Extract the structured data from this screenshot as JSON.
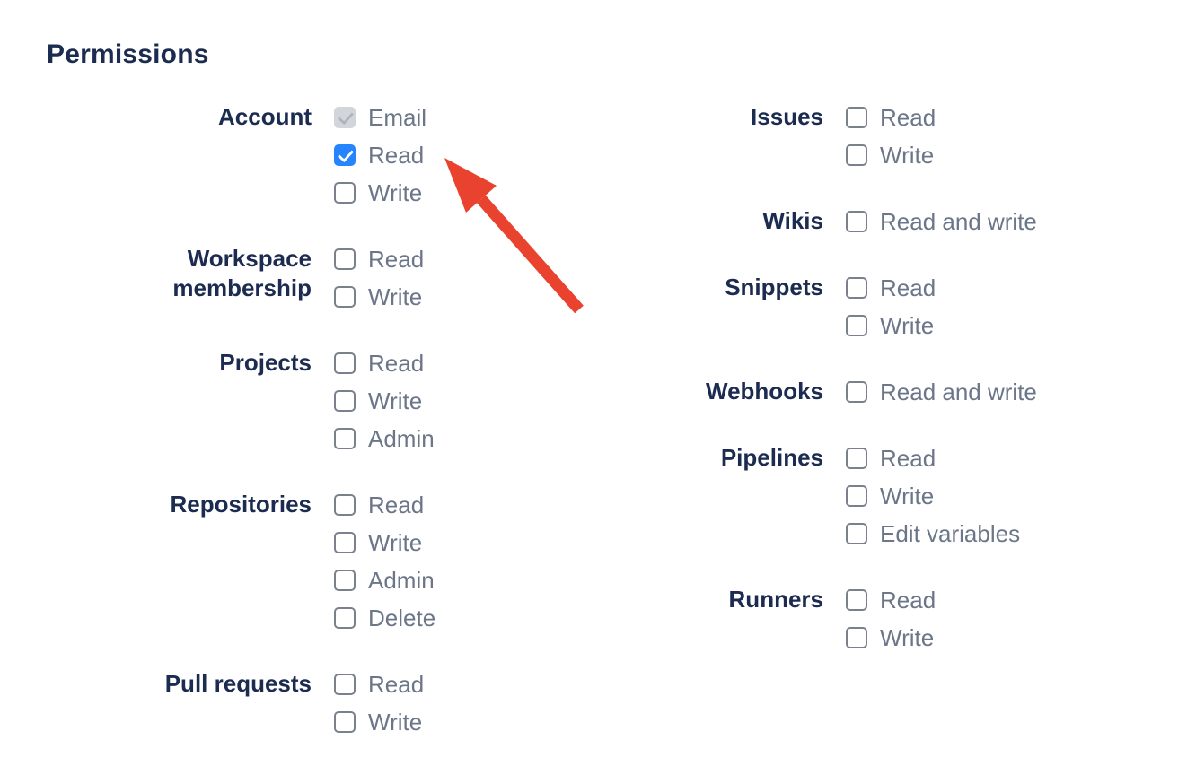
{
  "colors": {
    "heading_navy": "#1C2B50",
    "option_gray": "#6C7689",
    "checkbox_checked_blue": "#2684FF",
    "checkbox_disabled_gray": "#D2D6DB",
    "arrow_red": "#E9422E"
  },
  "permissions": {
    "heading": "Permissions",
    "columns": [
      {
        "side": "left",
        "groups": [
          {
            "label": "Account",
            "options": [
              {
                "label": "Email",
                "state": "disabled-checked"
              },
              {
                "label": "Read",
                "state": "checked"
              },
              {
                "label": "Write",
                "state": "unchecked"
              }
            ]
          },
          {
            "label": "Workspace membership",
            "options": [
              {
                "label": "Read",
                "state": "unchecked"
              },
              {
                "label": "Write",
                "state": "unchecked"
              }
            ]
          },
          {
            "label": "Projects",
            "options": [
              {
                "label": "Read",
                "state": "unchecked"
              },
              {
                "label": "Write",
                "state": "unchecked"
              },
              {
                "label": "Admin",
                "state": "unchecked"
              }
            ]
          },
          {
            "label": "Repositories",
            "options": [
              {
                "label": "Read",
                "state": "unchecked"
              },
              {
                "label": "Write",
                "state": "unchecked"
              },
              {
                "label": "Admin",
                "state": "unchecked"
              },
              {
                "label": "Delete",
                "state": "unchecked"
              }
            ]
          },
          {
            "label": "Pull requests",
            "options": [
              {
                "label": "Read",
                "state": "unchecked"
              },
              {
                "label": "Write",
                "state": "unchecked"
              }
            ]
          }
        ]
      },
      {
        "side": "right",
        "groups": [
          {
            "label": "Issues",
            "options": [
              {
                "label": "Read",
                "state": "unchecked"
              },
              {
                "label": "Write",
                "state": "unchecked"
              }
            ]
          },
          {
            "label": "Wikis",
            "options": [
              {
                "label": "Read and write",
                "state": "unchecked"
              }
            ]
          },
          {
            "label": "Snippets",
            "options": [
              {
                "label": "Read",
                "state": "unchecked"
              },
              {
                "label": "Write",
                "state": "unchecked"
              }
            ]
          },
          {
            "label": "Webhooks",
            "options": [
              {
                "label": "Read and write",
                "state": "unchecked"
              }
            ]
          },
          {
            "label": "Pipelines",
            "options": [
              {
                "label": "Read",
                "state": "unchecked"
              },
              {
                "label": "Write",
                "state": "unchecked"
              },
              {
                "label": "Edit variables",
                "state": "unchecked"
              }
            ]
          },
          {
            "label": "Runners",
            "options": [
              {
                "label": "Read",
                "state": "unchecked"
              },
              {
                "label": "Write",
                "state": "unchecked"
              }
            ]
          }
        ]
      }
    ]
  },
  "annotation": {
    "type": "arrow",
    "points_at": "Account Read checkbox",
    "color": "#E9422E"
  }
}
